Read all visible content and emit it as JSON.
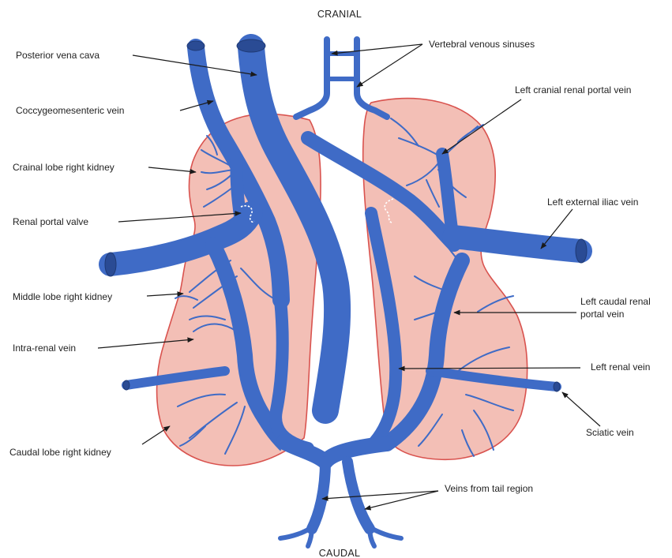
{
  "orientation": {
    "top": "CRANIAL",
    "bottom": "CAUDAL"
  },
  "labels_left": [
    "Posterior vena cava",
    "Coccygeomesenteric vein",
    "Crainal lobe right kidney",
    "Renal portal valve",
    "Middle lobe right kidney",
    "Intra-renal vein",
    "Caudal lobe right kidney"
  ],
  "labels_right": [
    "Vertebral venous sinuses",
    "Left cranial renal portal vein",
    "Left external iliac vein",
    "Left caudal renal",
    "portal vein",
    "Left renal vein",
    "Sciatic vein",
    "Veins from tail region"
  ],
  "colors": {
    "vein": "#3f6bc6",
    "vein_dark": "#2a4b94",
    "kidney_fill": "#f3bfb6",
    "kidney_outline": "#d9534f",
    "leader": "#1a1a1a"
  }
}
